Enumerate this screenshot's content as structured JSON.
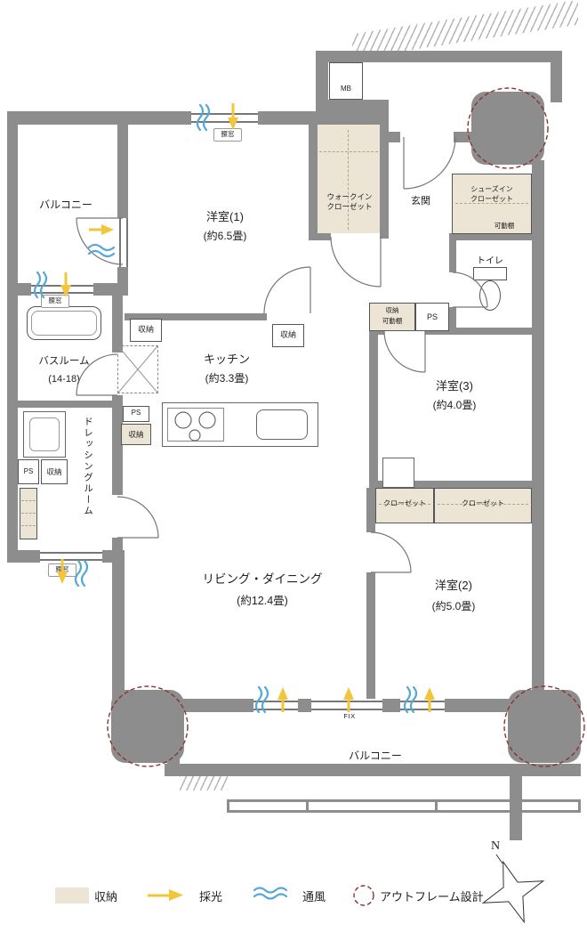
{
  "colors": {
    "wall": "#8d8d8d",
    "storage": "#ece4d4",
    "daylight": "#f3c53a",
    "ventilation": "#55a8d7",
    "outframe": "#8b3333"
  },
  "rooms": {
    "balcony_left": "バルコニー",
    "balcony_bottom": "バルコニー",
    "room1_name": "洋室(1)",
    "room1_size": "(約6.5畳)",
    "room2_name": "洋室(2)",
    "room2_size": "(約5.0畳)",
    "room3_name": "洋室(3)",
    "room3_size": "(約4.0畳)",
    "living_name": "リビング・ダイニング",
    "living_size": "(約12.4畳)",
    "kitchen_name": "キッチン",
    "kitchen_size": "(約3.3畳)",
    "bath_name": "バスルーム",
    "bath_size": "(14-18)",
    "dressing": "ドレッシングルーム",
    "genkan": "玄関",
    "toilet": "トイレ",
    "wic": "ウォークイン\nクローゼット",
    "sic": "シューズイン\nクローゼット"
  },
  "small_labels": {
    "mb": "MB",
    "ps": "PS",
    "shuno": "収納",
    "kadodana": "可動棚",
    "shuno_kadodana": "収納\n可動棚",
    "closet": "クローゼット",
    "fix": "FIX",
    "koshimado": "腰窓"
  },
  "legend": {
    "storage": "収納",
    "daylight": "採光",
    "ventilation": "通風",
    "outframe": "アウトフレーム設計"
  },
  "compass": {
    "north": "N"
  }
}
